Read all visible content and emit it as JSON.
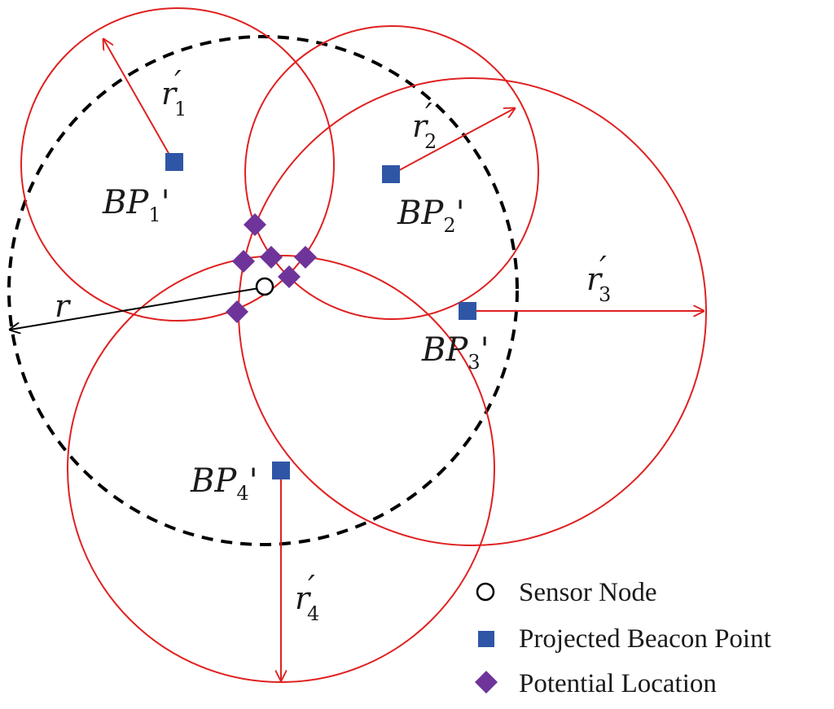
{
  "colors": {
    "circle_stroke": "#e02020",
    "beacon_fill": "#2f56a6",
    "potential_fill": "#6e349a",
    "dashed_stroke": "#000000",
    "radius_line": "#000000"
  },
  "labels": {
    "bp1_main": "BP",
    "bp1_sub": "1",
    "bp1_prime": "'",
    "bp2_main": "BP",
    "bp2_sub": "2",
    "bp2_prime": "'",
    "bp3_main": "BP",
    "bp3_sub": "3",
    "bp3_prime": "'",
    "bp4_main": "BP",
    "bp4_sub": "4",
    "bp4_prime": "'",
    "r1_main": "r",
    "r1_prime": "′",
    "r1_sub": "1",
    "r2_main": "r",
    "r2_prime": "′",
    "r2_sub": "2",
    "r3_main": "r",
    "r3_prime": "′",
    "r3_sub": "3",
    "r4_main": "r",
    "r4_prime": "′",
    "r4_sub": "4",
    "r_main": "r"
  },
  "legend": {
    "sensor_node": "Sensor Node",
    "beacon_point": "Projected Beacon Point",
    "potential_location": "Potential Location"
  }
}
